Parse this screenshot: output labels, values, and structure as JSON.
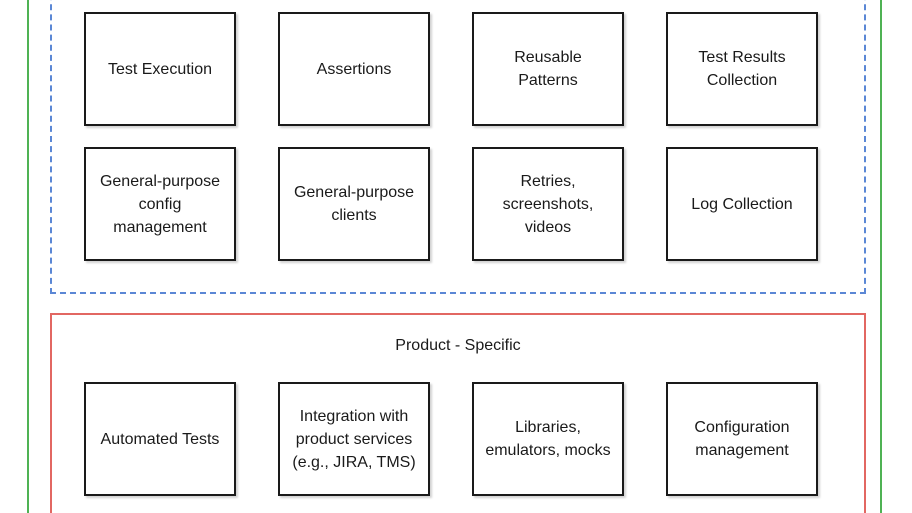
{
  "diagram": {
    "outer_border_color": "#4fb254",
    "generic_section": {
      "border_color": "#5b87d5",
      "border_style": "dashed",
      "boxes": [
        {
          "label": "Test Execution"
        },
        {
          "label": "Assertions"
        },
        {
          "label": "Reusable\nPatterns"
        },
        {
          "label": "Test Results\nCollection"
        },
        {
          "label": "General-purpose\nconfig\nmanagement"
        },
        {
          "label": "General-purpose\nclients"
        },
        {
          "label": "Retries,\nscreenshots,\nvideos"
        },
        {
          "label": "Log Collection"
        }
      ]
    },
    "product_section": {
      "title": "Product - Specific",
      "border_color": "#e26762",
      "border_style": "solid",
      "boxes": [
        {
          "label": "Automated Tests"
        },
        {
          "label": "Integration with\nproduct services\n(e.g., JIRA, TMS)"
        },
        {
          "label": "Libraries,\nemulators, mocks"
        },
        {
          "label": "Configuration\nmanagement"
        }
      ]
    },
    "node_border_color": "#1a1a1a"
  }
}
